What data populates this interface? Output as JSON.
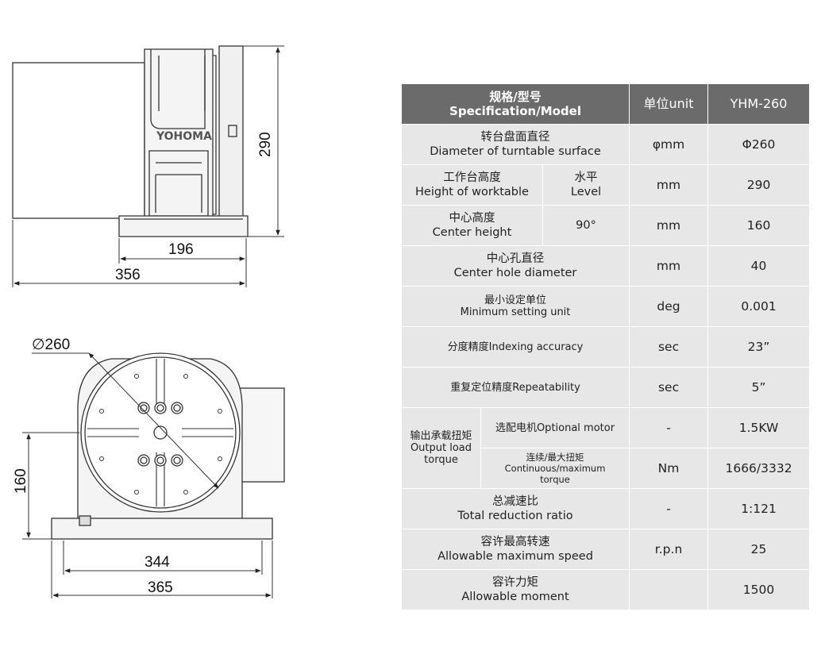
{
  "drawing": {
    "brand": "YOHOMA",
    "side_view": {
      "dim_height": "290",
      "dim_base": "196",
      "dim_total": "356"
    },
    "front_view": {
      "dim_diameter": "∅260",
      "dim_center": "160",
      "dim_base": "344",
      "dim_total": "365"
    }
  },
  "table": {
    "header": {
      "spec_zh": "规格/型号",
      "spec_en": "Specification/Model",
      "unit": "单位unit",
      "model": "YHM-260"
    },
    "rows": [
      {
        "zh": "转台盘面直径",
        "en": "Diameter of turntable surface",
        "unit": "φmm",
        "value": "Φ260"
      },
      {
        "zh": "工作台高度",
        "en": "Height of worktable",
        "sub_zh": "水平",
        "sub_en": "Level",
        "unit": "mm",
        "value": "290"
      },
      {
        "zh": "中心高度",
        "en": "Center height",
        "sub": "90°",
        "unit": "mm",
        "value": "160"
      },
      {
        "zh": "中心孔直径",
        "en": "Center hole diameter",
        "unit": "mm",
        "value": "40"
      },
      {
        "zh": "最小设定单位",
        "en": "Minimum setting unit",
        "unit": "deg",
        "value": "0.001"
      },
      {
        "label": "分度精度Indexing accuracy",
        "unit": "sec",
        "value": "23”"
      },
      {
        "label": "重复定位精度Repeatability",
        "unit": "sec",
        "value": "5”"
      },
      {
        "group_zh": "输出承载扭矩",
        "group_en1": "Output load",
        "group_en2": "torque",
        "sub1": "选配电机Optional motor",
        "unit1": "-",
        "value1": "1.5KW",
        "sub2_zh": "连续/最大扭矩",
        "sub2_en1": "Continuous/maximum",
        "sub2_en2": "torque",
        "unit2": "Nm",
        "value2": "1666/3332"
      },
      {
        "zh": "总减速比",
        "en": "Total reduction ratio",
        "unit": "-",
        "value": "1:121"
      },
      {
        "zh": "容许最高转速",
        "en": "Allowable maximum speed",
        "unit": "r.p.n",
        "value": "25"
      },
      {
        "zh": "容许力矩",
        "en": "Allowable moment",
        "unit": "",
        "value": "1500"
      }
    ]
  }
}
